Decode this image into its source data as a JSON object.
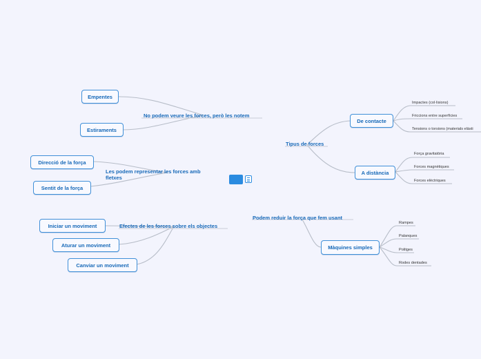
{
  "map": {
    "topics": {
      "no_podem": "No podem veure les forces, però les notem",
      "representar_1": "Les podem representar les forces amb",
      "representar_2": "fletxes",
      "efectes": "Efectes de les forces sobre els objectes",
      "tipus": "Tipus de forces",
      "reduir": "Podem reduir la força que fem usant"
    },
    "boxes": {
      "empentes": "Empentes",
      "estiraments": "Estiraments",
      "direccio": "Direcció de la força",
      "sentit": "Sentit de la força",
      "iniciar": "Iniciar un moviment",
      "aturar": "Aturar un moviment",
      "canviar": "Canviar un moviment",
      "contacte": "De contacte",
      "distancia": "A distància",
      "maquines": "Màquines simples"
    },
    "leaves": {
      "impactes": "Impactes (col·lisions)",
      "friccions": "Friccions entre superfícies",
      "tensions": "Tensions o torsions (materials elàsti",
      "gravitatoria": "Força gravitatòria",
      "magnetiques": "Forces magnètiques",
      "electriques": "Forces elèctriques",
      "rampes": "Rampes",
      "palanques": "Palanques",
      "politges": "Politges",
      "rodes": "Rodes dentades"
    }
  },
  "colors": {
    "background": "#f3f4fd",
    "branch_line": "#b7bdc8",
    "node_border": "#3f8fd8",
    "text": "#1769b8",
    "center": "#2a8be0"
  },
  "icons": {
    "center": "central-topic-icon",
    "notes": "notes-icon"
  }
}
